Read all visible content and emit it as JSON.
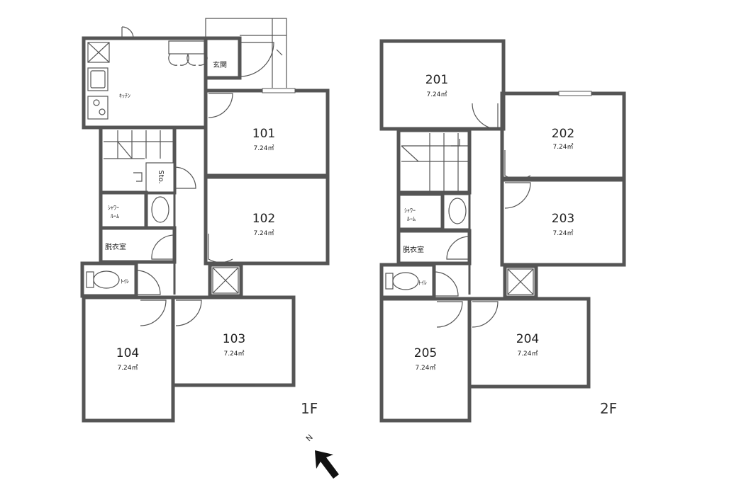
{
  "floors": {
    "first": {
      "label": "1F"
    },
    "second": {
      "label": "2F"
    }
  },
  "area_text": "7.24㎡",
  "rooms": {
    "r101": {
      "number": "101"
    },
    "r102": {
      "number": "102"
    },
    "r103": {
      "number": "103"
    },
    "r104": {
      "number": "104"
    },
    "r201": {
      "number": "201"
    },
    "r202": {
      "number": "202"
    },
    "r203": {
      "number": "203"
    },
    "r204": {
      "number": "204"
    },
    "r205": {
      "number": "205"
    }
  },
  "labels": {
    "kitchen": "ｷｯﾁﾝ",
    "entrance": "玄関",
    "storage": "Sto.",
    "shower_line1": "ｼｬﾜｰ",
    "shower_line2": "ﾙｰﾑ",
    "dressing": "脱衣室",
    "toilet": "ﾄｲﾚ"
  },
  "compass": {
    "north": "N",
    "icon": "north-arrow-icon"
  }
}
